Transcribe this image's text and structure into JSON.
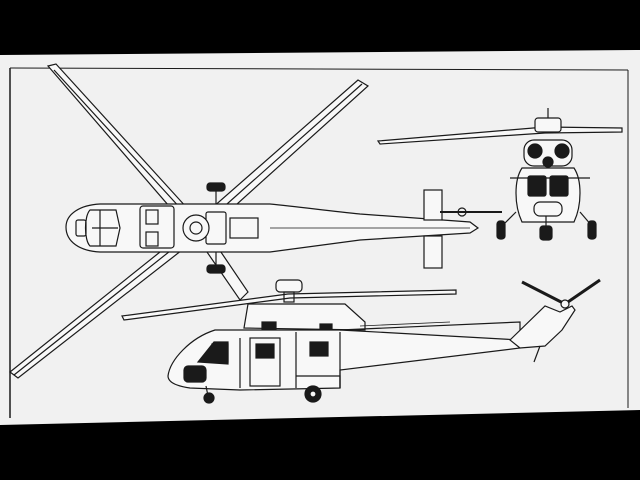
{
  "drawing": {
    "views": [
      {
        "id": "top",
        "label": ""
      },
      {
        "id": "front",
        "label": ""
      },
      {
        "id": "side",
        "label": ""
      }
    ]
  },
  "colors": {
    "background": "#000000",
    "paper": "#f1f1f1",
    "ink": "#1a1a1a"
  }
}
